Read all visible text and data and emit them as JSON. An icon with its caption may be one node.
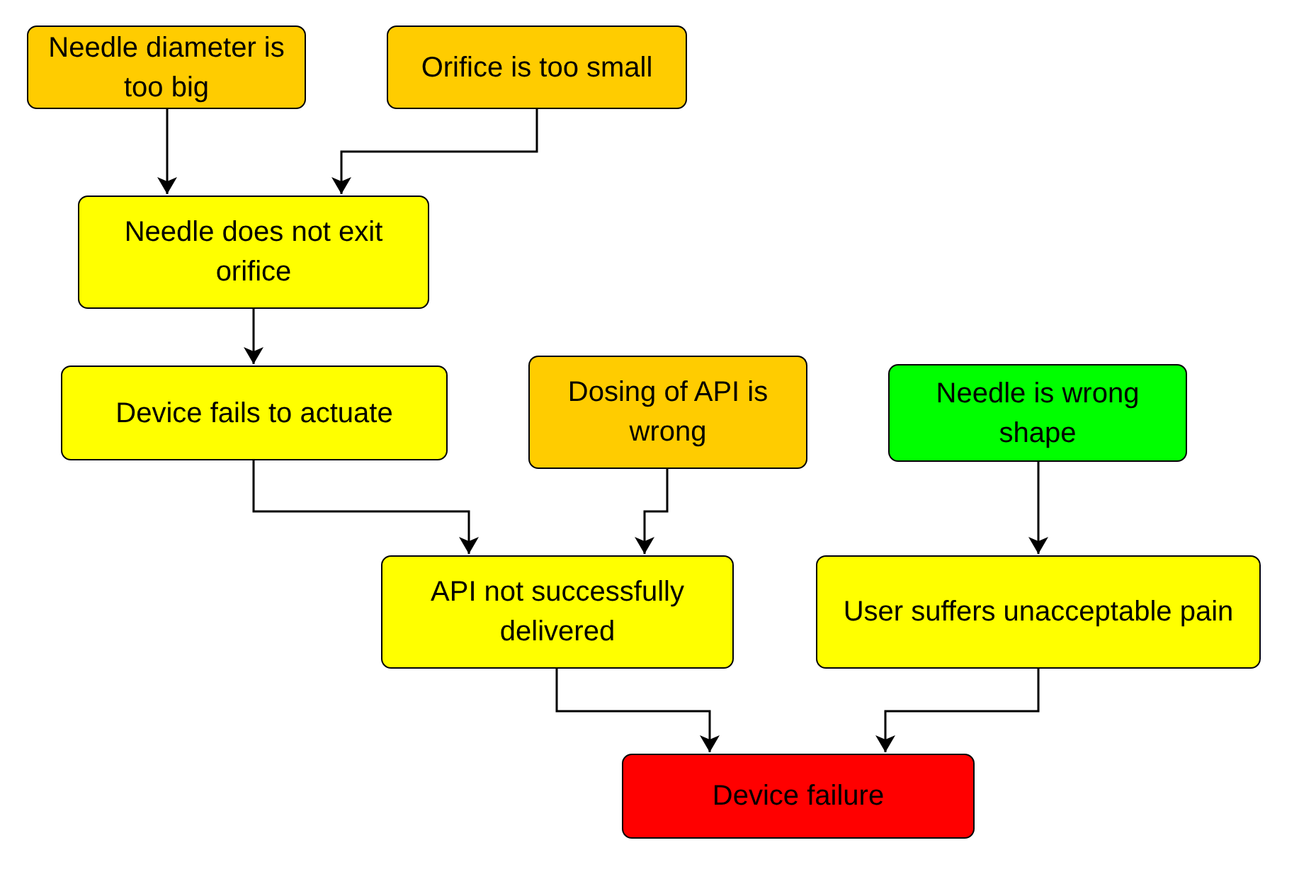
{
  "diagram": {
    "nodes": [
      {
        "text": [
          "Needle diameter is too big"
        ]
      },
      {
        "text": [
          "Orifice is too small"
        ]
      },
      {
        "text": [
          "Needle does not exit orifice"
        ]
      },
      {
        "text": [
          "Device fails to actuate"
        ]
      },
      {
        "text": [
          "Dosing of API is wrong"
        ]
      },
      {
        "text": [
          "Needle is wrong shape"
        ]
      },
      {
        "text": [
          "API not successfully delivered"
        ]
      },
      {
        "text": [
          "User suffers unacceptable pain"
        ]
      },
      {
        "text": [
          "Device failure"
        ]
      }
    ],
    "edges": [
      {
        "from": 0,
        "to": 2,
        "arrow": "to"
      },
      {
        "from": 1,
        "to": 2,
        "arrow": "to"
      },
      {
        "from": 2,
        "to": 3,
        "arrow": "to"
      },
      {
        "from": 3,
        "to": 6,
        "arrow": "to"
      },
      {
        "from": 4,
        "to": 6,
        "arrow": "to"
      },
      {
        "from": 5,
        "to": 7,
        "arrow": "to"
      },
      {
        "from": 6,
        "to": 8,
        "arrow": "to"
      },
      {
        "from": 7,
        "to": 8,
        "arrow": "to"
      }
    ]
  }
}
